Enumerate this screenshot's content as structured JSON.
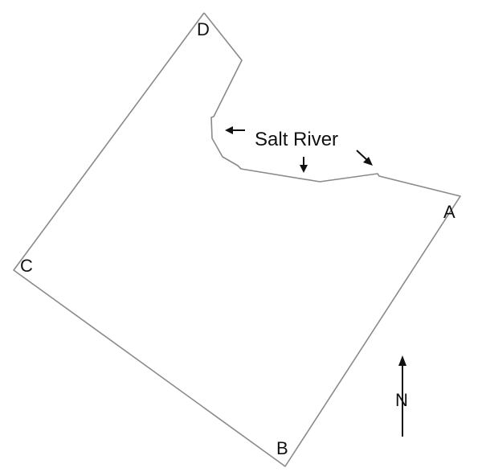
{
  "diagram": {
    "corners": {
      "a": "A",
      "b": "B",
      "c": "C",
      "d": "D"
    },
    "river_label": "Salt River",
    "north_label": "N"
  },
  "colors": {
    "boundary": "#8a8a8a",
    "text": "#111111",
    "arrow": "#111111",
    "background": "#ffffff"
  }
}
